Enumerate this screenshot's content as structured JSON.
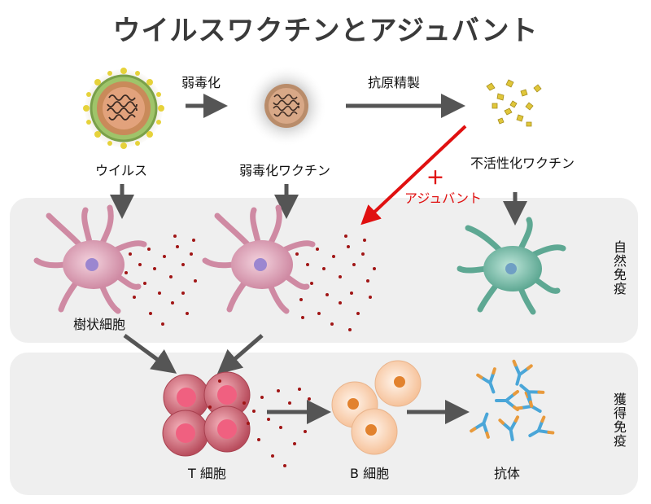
{
  "title": "ウイルスワクチンとアジュバント",
  "top_row": {
    "virus_label": "ウイルス",
    "attenuated_label": "弱毒化ワクチン",
    "inactivated_label": "不活性化ワクチン",
    "step1_label": "弱毒化",
    "step2_label": "抗原精製"
  },
  "adjuvant": {
    "plus": "＋",
    "label": "アジュバント",
    "color": "#e01010"
  },
  "panels": {
    "innate_label": "自然免疫",
    "acquired_label": "獲得免疫"
  },
  "cells": {
    "dendritic_label": "樹状細胞",
    "t_cell_label": "T 細胞",
    "b_cell_label": "B 細胞",
    "antibody_label": "抗体"
  },
  "colors": {
    "arrow": "#555555",
    "panel": "#efefef",
    "dendritic": "#e7a9bd",
    "dendritic_inactive": "#7fc4b0",
    "t_cell": "#e0707e",
    "b_cell": "#f8c9a3",
    "cytokine_dot": "#a01515"
  }
}
